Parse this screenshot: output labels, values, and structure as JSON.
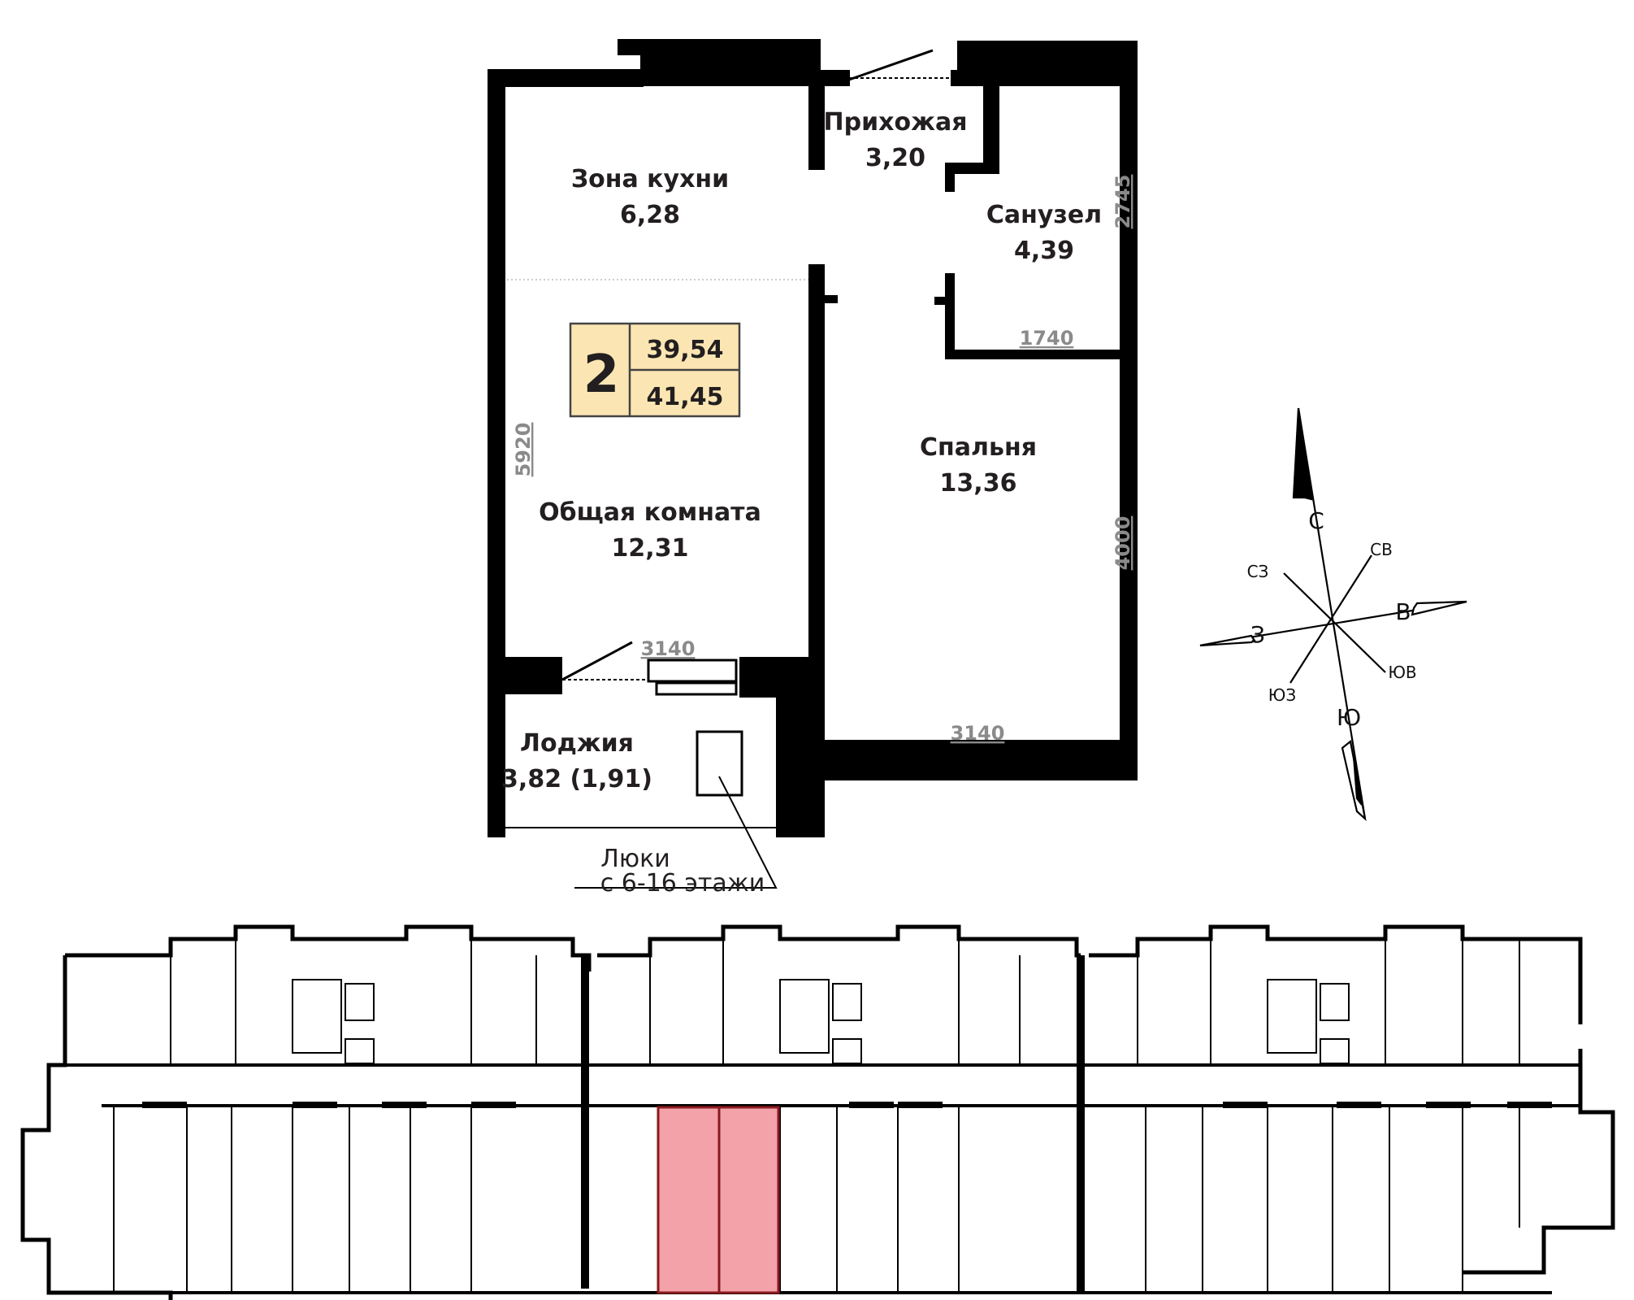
{
  "rooms": {
    "kitchen": {
      "name": "Зона кухни",
      "area": "6,28"
    },
    "hall": {
      "name": "Прихожая",
      "area": "3,20"
    },
    "bathroom": {
      "name": "Санузел",
      "area": "4,39"
    },
    "living": {
      "name": "Общая комната",
      "area": "12,31"
    },
    "bedroom": {
      "name": "Спальня",
      "area": "13,36"
    },
    "loggia": {
      "name": "Лоджия",
      "area": "3,82 (1,91)"
    }
  },
  "badge": {
    "rooms": "2",
    "area_living": "39,54",
    "area_total": "41,45"
  },
  "dimensions": {
    "d_5920": "5920",
    "d_2745": "2745",
    "d_1740": "1740",
    "d_4000": "4000",
    "d_3140_loggia": "3140",
    "d_3140_bedroom": "3140"
  },
  "note": {
    "line1": "Люки",
    "line2": "с 6-16 этажи"
  },
  "compass": {
    "n": "С",
    "s": "Ю",
    "e": "В",
    "w": "З",
    "ne": "СВ",
    "nw": "СЗ",
    "se": "ЮВ",
    "sw": "ЮЗ"
  },
  "colors": {
    "wall": "#000000",
    "badge_fill": "#fbe6b3",
    "badge_stroke": "#444444",
    "highlight": "#f2a2a8",
    "highlight_stroke": "#8b1a1f"
  }
}
